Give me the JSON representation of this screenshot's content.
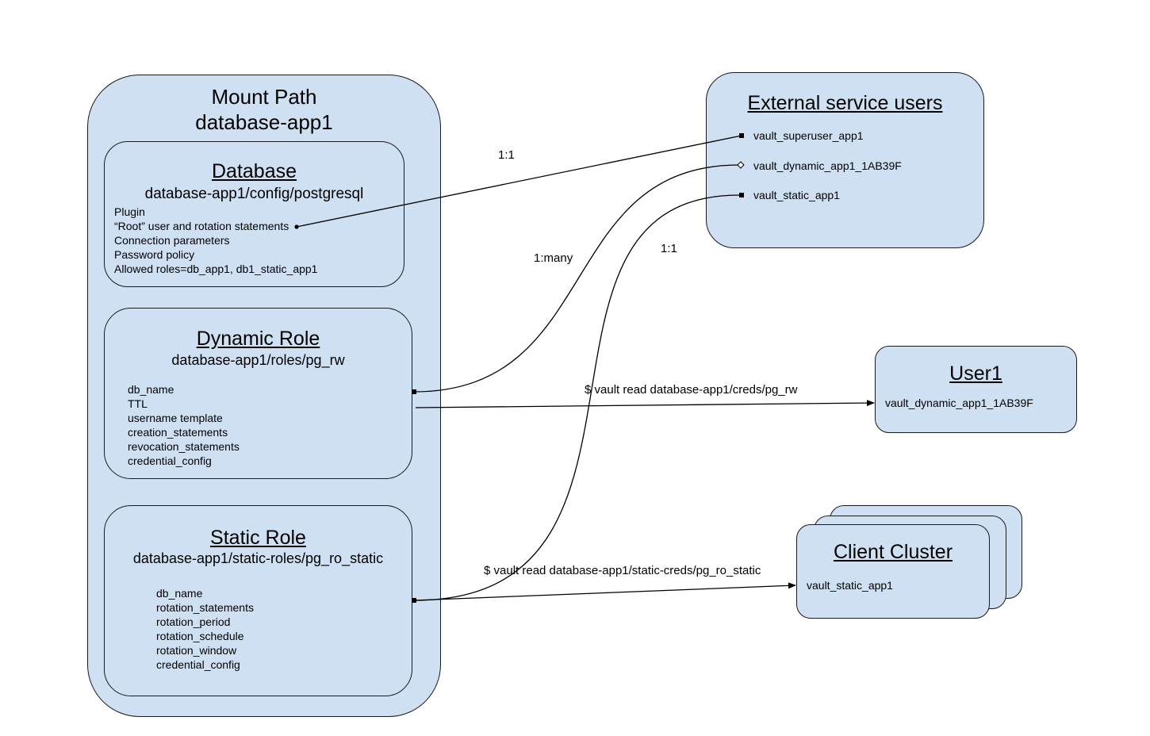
{
  "mount": {
    "title": "Mount Path",
    "path": "database-app1"
  },
  "database": {
    "title": "Database",
    "path": "database-app1/config/postgresql",
    "fields": [
      "Plugin",
      "“Root” user and rotation statements",
      "Connection parameters",
      "Password policy",
      "Allowed roles=db_app1, db1_static_app1"
    ]
  },
  "dynamic_role": {
    "title": "Dynamic Role",
    "path": "database-app1/roles/pg_rw",
    "fields": [
      "db_name",
      "TTL",
      "username template",
      "creation_statements",
      "revocation_statements",
      "credential_config"
    ]
  },
  "static_role": {
    "title": "Static Role",
    "path": "database-app1/static-roles/pg_ro_static",
    "fields": [
      "db_name",
      "rotation_statements",
      "rotation_period",
      "rotation_schedule",
      "rotation_window",
      "credential_config"
    ]
  },
  "external": {
    "title": "External service users",
    "users": [
      "vault_superuser_app1",
      "vault_dynamic_app1_1AB39F",
      "vault_static_app1"
    ]
  },
  "user1": {
    "title": "User1",
    "value": "vault_dynamic_app1_1AB39F"
  },
  "client_cluster": {
    "title": "Client Cluster",
    "value": "vault_static_app1"
  },
  "edges": {
    "root_to_superuser": "1:1",
    "dynamic_to_user": "1:many",
    "static_to_user": "1:1",
    "read_dynamic": "$ vault read database-app1/creds/pg_rw",
    "read_static": "$ vault read database-app1/static-creds/pg_ro_static"
  }
}
